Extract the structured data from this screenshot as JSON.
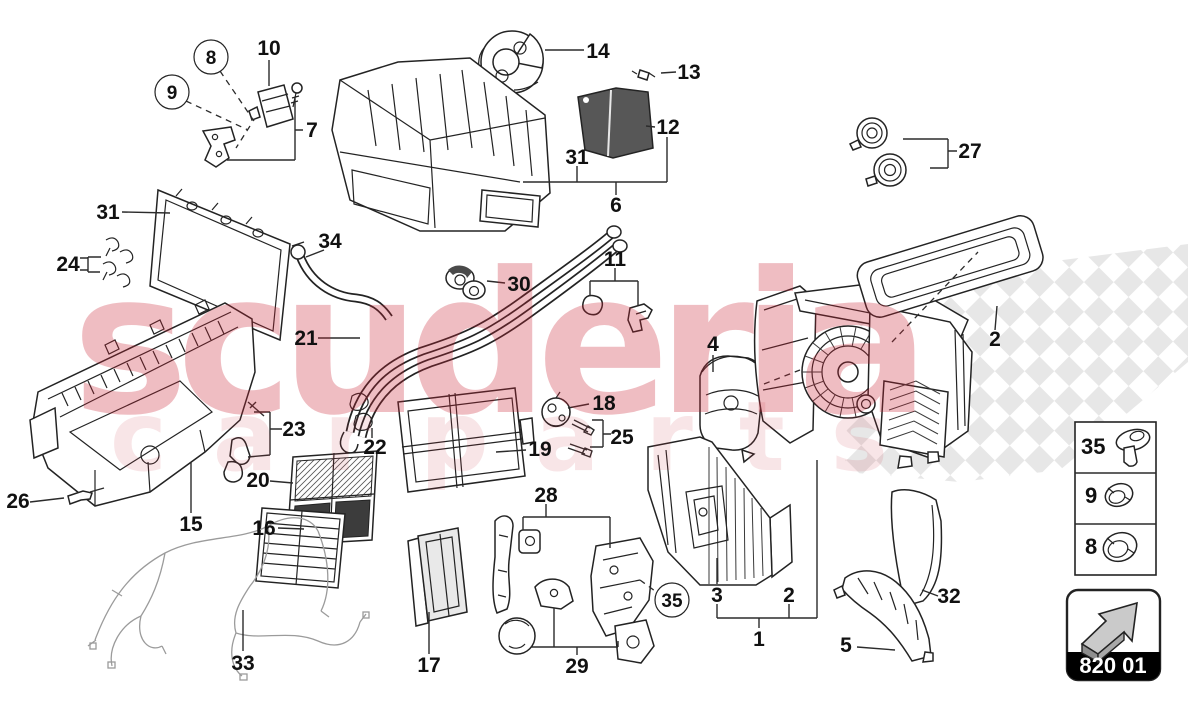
{
  "watermark": {
    "line1": "scuderia",
    "line2_word1": "car",
    "line2_word2": "parts",
    "color_primary": "#c92634",
    "color_secondary": "#f6dfe1"
  },
  "diagram": {
    "description_code": "820 01",
    "callouts": [
      {
        "label": "8",
        "circled": true
      },
      {
        "label": "9",
        "circled": true
      },
      {
        "label": "10",
        "circled": false
      },
      {
        "label": "7",
        "circled": false
      },
      {
        "label": "14",
        "circled": false
      },
      {
        "label": "13",
        "circled": false
      },
      {
        "label": "12",
        "circled": false
      },
      {
        "label": "31",
        "circled": false
      },
      {
        "label": "6",
        "circled": false
      },
      {
        "label": "27",
        "circled": false
      },
      {
        "label": "31",
        "circled": false
      },
      {
        "label": "24",
        "circled": false
      },
      {
        "label": "34",
        "circled": false
      },
      {
        "label": "30",
        "circled": false
      },
      {
        "label": "11",
        "circled": false
      },
      {
        "label": "21",
        "circled": false
      },
      {
        "label": "4",
        "circled": false
      },
      {
        "label": "2",
        "circled": false
      },
      {
        "label": "18",
        "circled": false
      },
      {
        "label": "25",
        "circled": false
      },
      {
        "label": "23",
        "circled": false
      },
      {
        "label": "22",
        "circled": false
      },
      {
        "label": "19",
        "circled": false
      },
      {
        "label": "20",
        "circled": false
      },
      {
        "label": "16",
        "circled": false
      },
      {
        "label": "26",
        "circled": false
      },
      {
        "label": "15",
        "circled": false
      },
      {
        "label": "28",
        "circled": false
      },
      {
        "label": "35",
        "circled": true
      },
      {
        "label": "17",
        "circled": false
      },
      {
        "label": "29",
        "circled": false
      },
      {
        "label": "33",
        "circled": false
      },
      {
        "label": "3",
        "circled": false
      },
      {
        "label": "2",
        "circled": false
      },
      {
        "label": "1",
        "circled": false
      },
      {
        "label": "5",
        "circled": false
      },
      {
        "label": "32",
        "circled": false
      }
    ]
  },
  "legend": {
    "rows": [
      {
        "ref": "35",
        "icon": "screw-fastener-icon"
      },
      {
        "ref": "9",
        "icon": "small-grommet-icon"
      },
      {
        "ref": "8",
        "icon": "seal-ring-icon"
      }
    ]
  },
  "footer_box": {
    "code": "820 01",
    "icon": "arrow-up-right-3d"
  },
  "colors": {
    "line_art": "#232323",
    "checker_gray": "#e3e3e3",
    "flap_fill": "#575757"
  }
}
